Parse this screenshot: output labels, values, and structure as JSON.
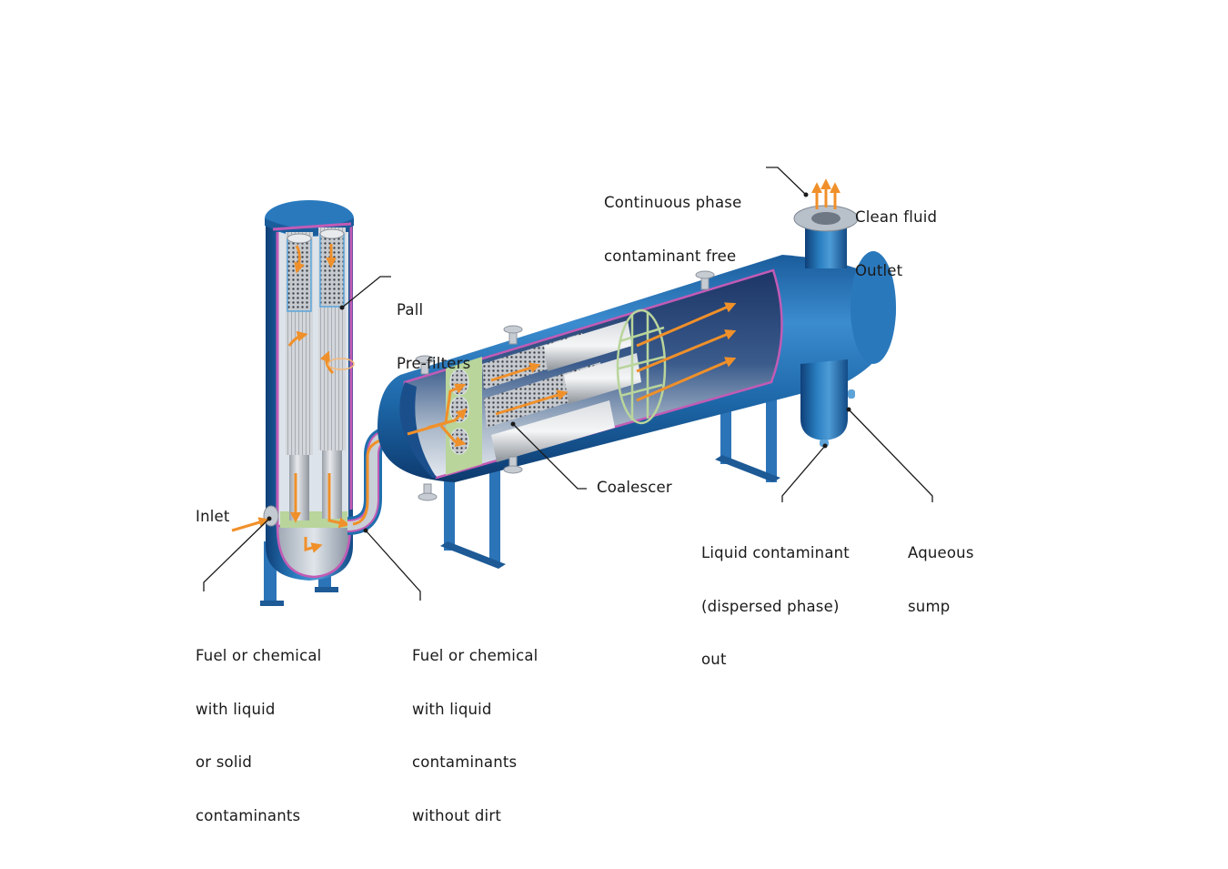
{
  "title": "Pall two-stage liquid/liquid coalescer system",
  "labels": {
    "continuous_phase": [
      "Continuous phase",
      "contaminant free"
    ],
    "clean_fluid": [
      "Clean fluid",
      "Outlet"
    ],
    "pall_prefilters": [
      "Pall",
      "Pre-filters"
    ],
    "coalescer": "Coalescer",
    "inlet": "Inlet",
    "fuel_in": [
      "Fuel or chemical",
      "with liquid",
      "or solid",
      "contaminants"
    ],
    "fuel_mid": [
      "Fuel or chemical",
      "with liquid",
      "contaminants",
      "without dirt"
    ],
    "liquid_contaminant": [
      "Liquid contaminant",
      "(dispersed phase)",
      "out"
    ],
    "aqueous_sump": [
      "Aqueous",
      "sump"
    ]
  },
  "colors": {
    "vessel_blue": "#1f6fae",
    "vessel_dark": "#123f74",
    "cutaway_pink": "#c25bb5",
    "flow_orange": "#f0902a",
    "filter_gray": "#c9ccd1",
    "plate_green": "#b9d59c"
  }
}
